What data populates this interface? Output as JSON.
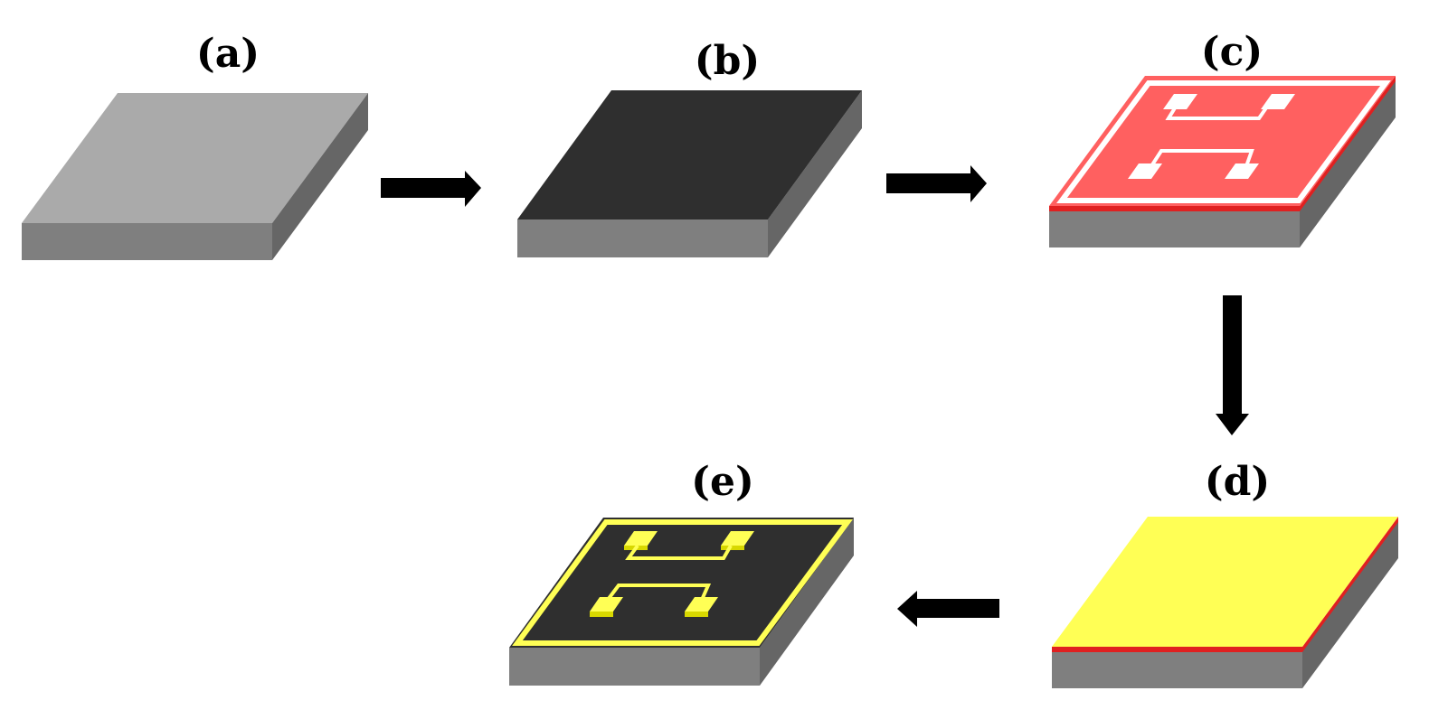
{
  "panels": {
    "a": {
      "label": "(a)"
    },
    "b": {
      "label": "(b)"
    },
    "c": {
      "label": "(c)"
    },
    "d": {
      "label": "(d)"
    },
    "e": {
      "label": "(e)"
    }
  },
  "colors": {
    "substrate_top_a": "#aaaaaa",
    "substrate_side": "#7f7f7f",
    "substrate_side_dark": "#666666",
    "dark_layer": "#2f2f2f",
    "photoresist": "#ff6060",
    "photoresist_edge": "#e02020",
    "pattern_white": "#ffffff",
    "metal_yellow": "#ffff55",
    "metal_yellow_dark": "#d8d800",
    "arrow": "#000000"
  }
}
